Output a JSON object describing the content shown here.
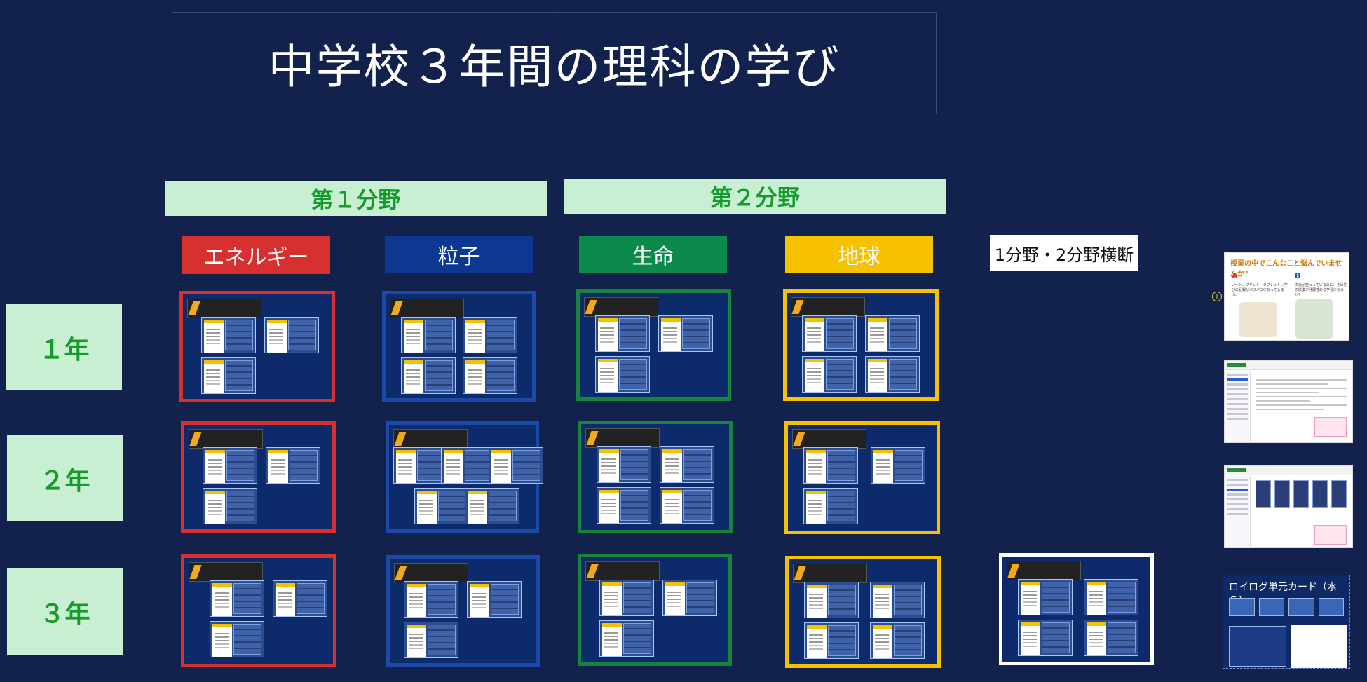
{
  "title": "中学校３年間の理科の学び",
  "fields": {
    "field1": "第１分野",
    "field2": "第２分野"
  },
  "categories": {
    "energy": "エネルギー",
    "particle": "粒子",
    "life": "生命",
    "earth": "地球",
    "cross": "1分野・2分野横断"
  },
  "years": {
    "y1": "１年",
    "y2": "２年",
    "y3": "３年"
  },
  "side": {
    "question_title": "授業の中でこんなこと悩んでいませんか？",
    "option_a": "A",
    "option_b": "B",
    "option_a_text": "ノート、プリント、タブレット…学びの記録がバラバラになってしまう。",
    "option_b_text": "次元が変わっているのに、その先の授業が発展性ある学習になるか？",
    "roilog_title": "ロイログ単元カード（水色）"
  },
  "colors": {
    "background": "#13224d",
    "field_bg": "#c9efd2",
    "field_text": "#159a2b",
    "energy": "#d63030",
    "particle": "#0d3892",
    "life": "#0b8a4c",
    "earth": "#f6c200"
  }
}
